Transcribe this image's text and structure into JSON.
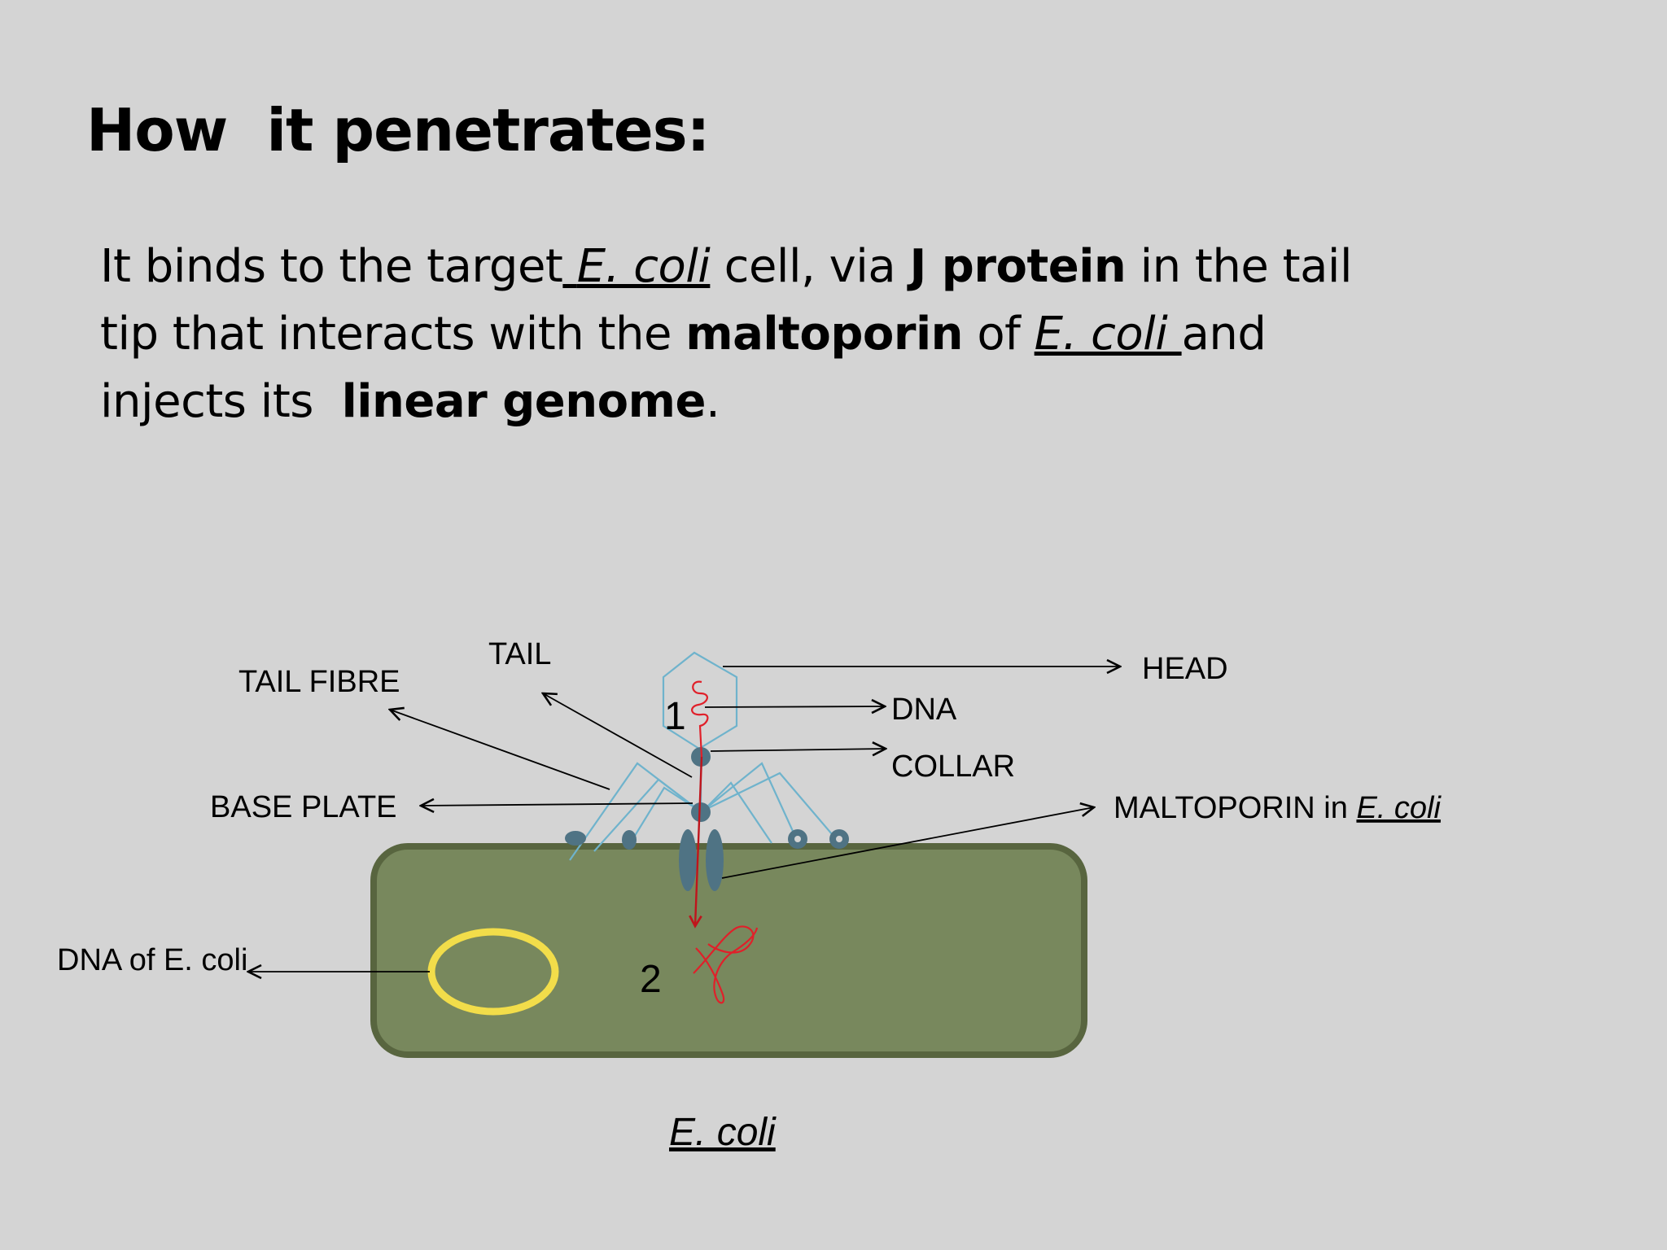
{
  "slide": {
    "title": "How  it penetrates:",
    "body": {
      "l1_a": "It binds to the target",
      "l1_species": "E. coli",
      "l1_b": " cell, via ",
      "l1_bold": "J protein",
      "l1_c": " in the tail",
      "l2_a": "tip that interacts with the ",
      "l2_bold": "maltoporin",
      "l2_b": " of ",
      "l2_species": "E. coli ",
      "l2_c": "and",
      "l3_a": "injects its  ",
      "l3_bold": "linear genome",
      "l3_c": "."
    }
  },
  "diagram": {
    "labels": {
      "tail": "TAIL",
      "tail_fibre": "TAIL FIBRE",
      "head": "HEAD",
      "dna": "DNA",
      "collar": "COLLAR",
      "base_plate": "BASE PLATE",
      "maltoporin_prefix": "MALTOPORIN in  ",
      "maltoporin_species": "E. coli",
      "dna_of_ecoli": "DNA of E. coli",
      "step1": "1",
      "step2": "2",
      "cell_caption": "E. coli"
    },
    "colors": {
      "background": "#d4d4d4",
      "cell_fill": "#78885d",
      "cell_border": "#58653f",
      "phage_outline": "#6fb3cc",
      "phage_parts": "#4f7384",
      "bacterial_dna": "#f2dd4a",
      "phage_dna": "#e0202a"
    }
  }
}
